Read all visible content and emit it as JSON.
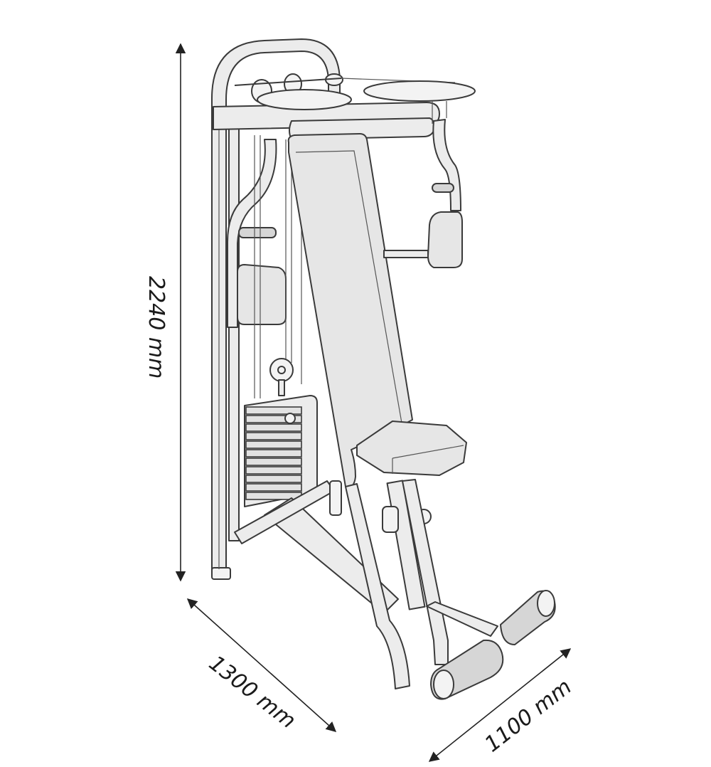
{
  "diagram": {
    "dimensions": {
      "height": "2240 mm",
      "depth": "1300 mm",
      "width": "1100 mm"
    },
    "colors": {
      "line": "#3a3a3a",
      "fill": "#ececec",
      "background": "#ffffff"
    }
  }
}
